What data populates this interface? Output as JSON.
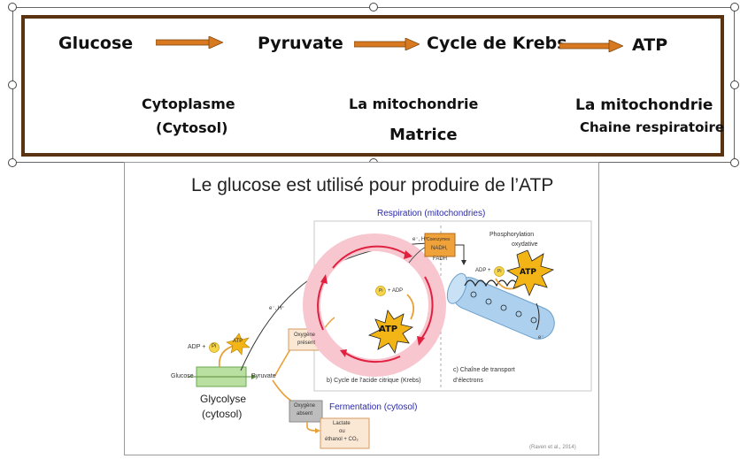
{
  "summary": {
    "steps": [
      "Glucose",
      "Pyruvate",
      "Cycle de Krebs",
      "ATP"
    ],
    "locations": {
      "cyto_line1": "Cytoplasme",
      "cyto_line2": "(Cytosol)",
      "mito1": "La mitochondrie",
      "matrice": "Matrice",
      "mito2": "La mitochondrie",
      "chaine": "Chaine respiratoire"
    }
  },
  "diagram": {
    "title": "Le glucose est utilisé pour produire de l’ATP",
    "respiration": "Respiration (mitochondries)",
    "fermentation": "Fermentation (cytosol)",
    "glucose": "Glucose",
    "pyruvate": "Pyruvate",
    "glycolyse": "Glycolyse",
    "cytosol": "(cytosol)",
    "adp_pi_left": "ADP +",
    "pi": "Pi",
    "atp": "ATP",
    "electrons_a": "e⁻, H⁺",
    "electrons_b": "e⁻, H⁺",
    "oxygen_present_1": "Oxygène",
    "oxygen_present_2": "présent",
    "oxygen_absent_1": "Oxygène",
    "oxygen_absent_2": "absent",
    "lactate_1": "Lactate",
    "lactate_2": "ou",
    "lactate_3": "éthanol + CO₂",
    "coenz_1": "Coenzymes",
    "coenz_2": "NADH,",
    "coenz_3": "FADH",
    "krebs_label": "b) Cycle de l’acide citrique (Krebs)",
    "pi_adp_krebs": "+ ADP",
    "phospho_1": "Phosphorylation",
    "phospho_2": "oxydative",
    "adp_pi_right": "ADP +",
    "etc_1": "c) Chaîne de transport",
    "etc_2": "d’électrons",
    "e_minus": "e⁻",
    "citation": "(Raven et al., 2014)"
  },
  "colors": {
    "frame": "#5a3311",
    "arrow": "#d9791f",
    "krebs_ring": "#f6c3cc",
    "krebs_arrow": "#e0203f",
    "atp_star": "#f2b515",
    "glycolysis_box": "#a8d88a",
    "membrane": "#a9cbe8",
    "coenzyme_box": "#f0a23a"
  }
}
